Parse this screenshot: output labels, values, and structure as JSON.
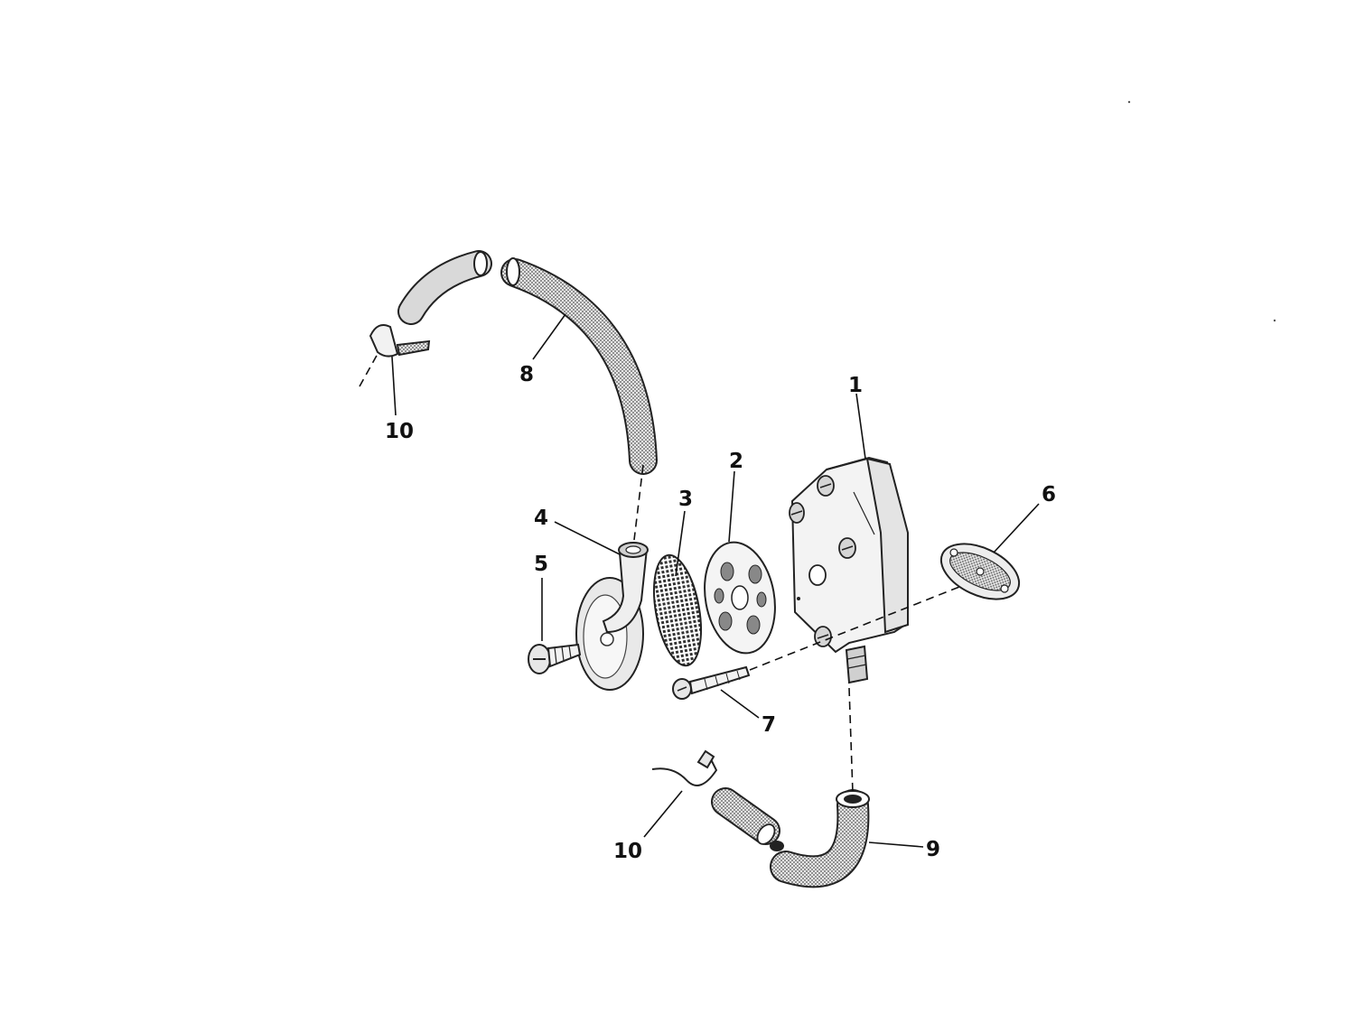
{
  "callouts": [
    {
      "id": "1",
      "text": "1"
    },
    {
      "id": "2",
      "text": "2"
    },
    {
      "id": "3",
      "text": "3"
    },
    {
      "id": "4",
      "text": "4"
    },
    {
      "id": "5",
      "text": "5"
    },
    {
      "id": "6",
      "text": "6"
    },
    {
      "id": "7",
      "text": "7"
    },
    {
      "id": "8",
      "text": "8"
    },
    {
      "id": "9",
      "text": "9"
    },
    {
      "id": "10a",
      "text": "10"
    },
    {
      "id": "10b",
      "text": "10"
    }
  ],
  "colors": {
    "ink": "#222222",
    "stipple": "#b8b8b8",
    "paper": "#ffffff"
  }
}
